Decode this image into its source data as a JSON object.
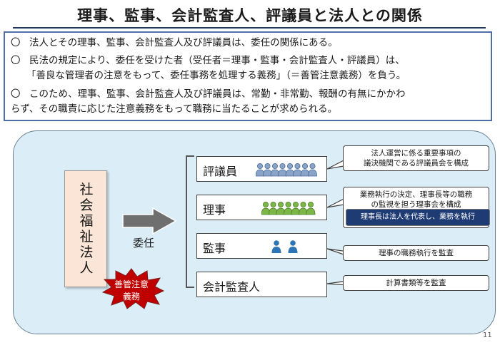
{
  "title": "理事、監事、会計監査人、評議員と法人との関係",
  "summary": {
    "bullet_mark": "〇",
    "b1": "法人とその理事、監事、会計監査人及び評議員は、委任の関係にある。",
    "b2_line1": "民法の規定により、委任を受けた者（受任者＝理事・監事・会計監査人・評議員）は、",
    "b2_line2": "「善良な管理者の注意をもって、委任事務を処理する義務」（＝善管注意義務）を負う。",
    "b3_line1": "このため、理事、監事、会計監査人及び評議員は、常勤・非常勤、報酬の有無にかかわ",
    "b3_line2": "らず、その職責に応じた注意義務をもって職務に当たることが求められる。"
  },
  "diagram": {
    "corporation": [
      "社",
      "会",
      "福",
      "祉",
      "法",
      "人"
    ],
    "delegation_label": "委任",
    "duty_badge_line1": "善管注意",
    "duty_badge_line2": "義務",
    "roles": [
      {
        "label": "評議員",
        "icon": "person-group-icon",
        "icon_color": "#8aa4c9",
        "icon_count": 8
      },
      {
        "label": "理事",
        "icon": "person-group-icon",
        "icon_color": "#7ab648",
        "icon_count": 7
      },
      {
        "label": "監事",
        "icon": "person-icon",
        "icon_color": "#2e75b6",
        "icon_count": 2
      },
      {
        "label": "会計監査人"
      }
    ],
    "callouts": {
      "councilors_line1": "法人運営に係る重要事項の",
      "councilors_line2": "議決機関である評議員会を構成",
      "directors_line1": "業務執行の決定、理事長等の職務",
      "directors_line2": "の監視を担う理事会を構成",
      "chair_note": "理事長は法人を代表し、業務を執行",
      "auditors": "理事の職務執行を監査",
      "accounting_auditor": "計算書類等を監査"
    }
  },
  "page_number": "11",
  "colors": {
    "title_rule": "#1f3864",
    "panel_bg": "#dbeef7",
    "corporation_bg": "#fbe5d6",
    "badge_red": "#c00000",
    "chair_bg": "#1f3b73",
    "arrow_gray": "#6f6f6f"
  }
}
